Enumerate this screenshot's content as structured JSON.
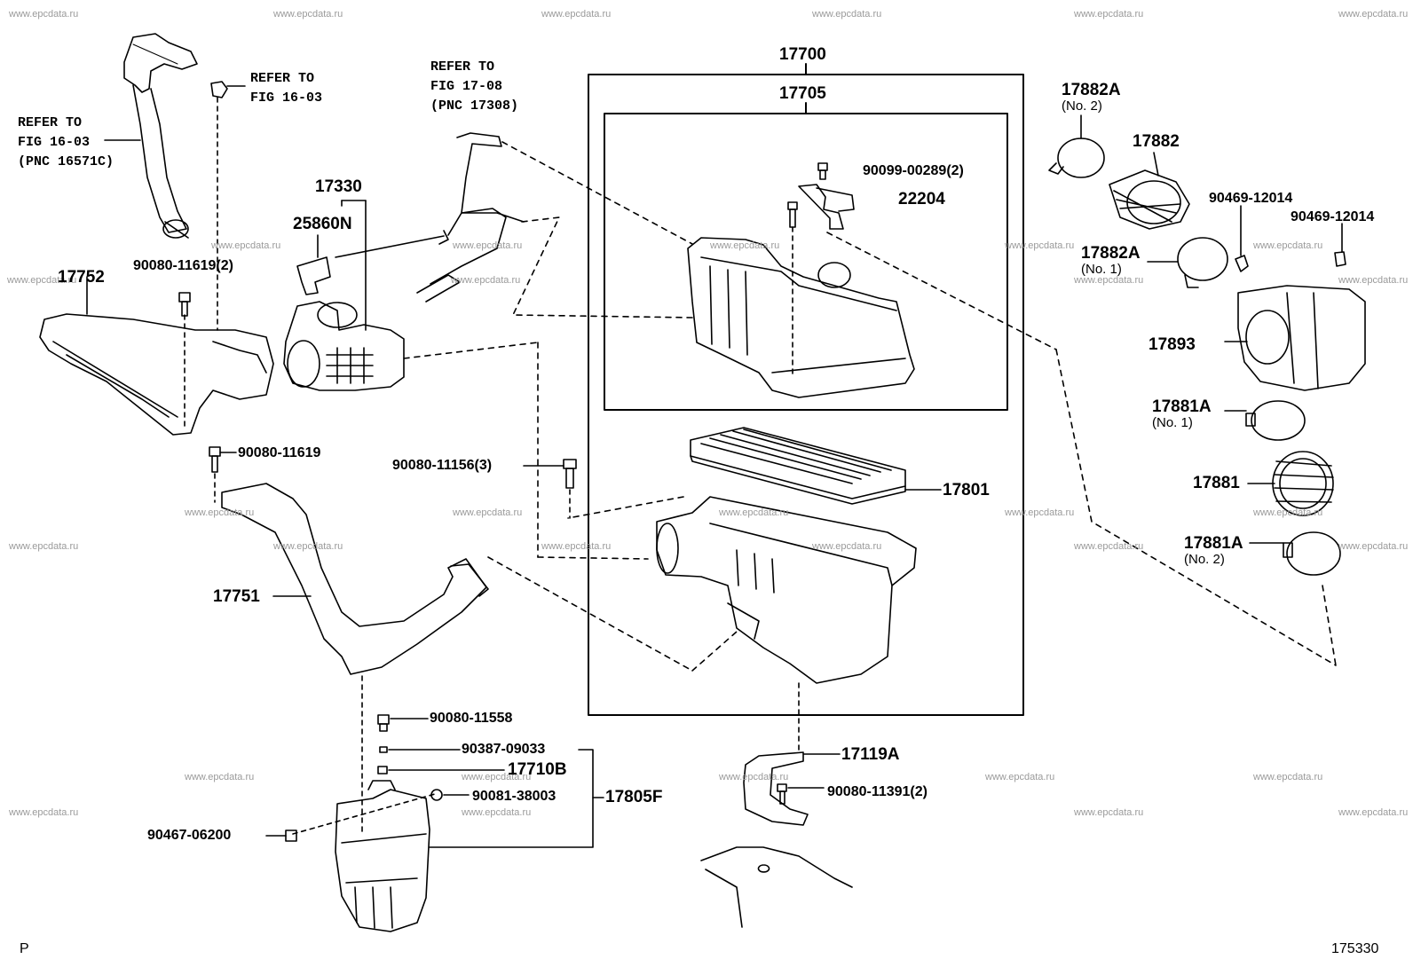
{
  "refs": {
    "fig16_upper": "REFER TO\nFIG 16-03",
    "fig16_left": "REFER TO\nFIG 16-03\n(PNC 16571C)",
    "fig17": "REFER TO\nFIG 17-08\n(PNC 17308)"
  },
  "parts": {
    "p17700": "17700",
    "p17705": "17705",
    "p17330": "17330",
    "p25860N": "25860N",
    "p17752": "17752",
    "p90080_11619_2": "90080-11619(2)",
    "p90080_11619": "90080-11619",
    "p90080_11156_3": "90080-11156(3)",
    "p90099_00289_2": "90099-00289(2)",
    "p22204": "22204",
    "p17801": "17801",
    "p17751": "17751",
    "p90080_11558": "90080-11558",
    "p90387_09033": "90387-09033",
    "p17710B": "17710B",
    "p90081_38003": "90081-38003",
    "p17805F": "17805F",
    "p90467_06200": "90467-06200",
    "p17119A": "17119A",
    "p90080_11391_2": "90080-11391(2)",
    "p17882A_top": "17882A",
    "p17882A_top_note": "(No. 2)",
    "p17882": "17882",
    "p90469_12014_a": "90469-12014",
    "p90469_12014_b": "90469-12014",
    "p17882A_mid": "17882A",
    "p17882A_mid_note": "(No. 1)",
    "p17893": "17893",
    "p17881A_top": "17881A",
    "p17881A_top_note": "(No. 1)",
    "p17881": "17881",
    "p17881A_bot": "17881A",
    "p17881A_bot_note": "(No. 2)"
  },
  "footer": {
    "corner_left": "P",
    "figure_number": "175330"
  },
  "watermark": "www.epcdata.ru"
}
